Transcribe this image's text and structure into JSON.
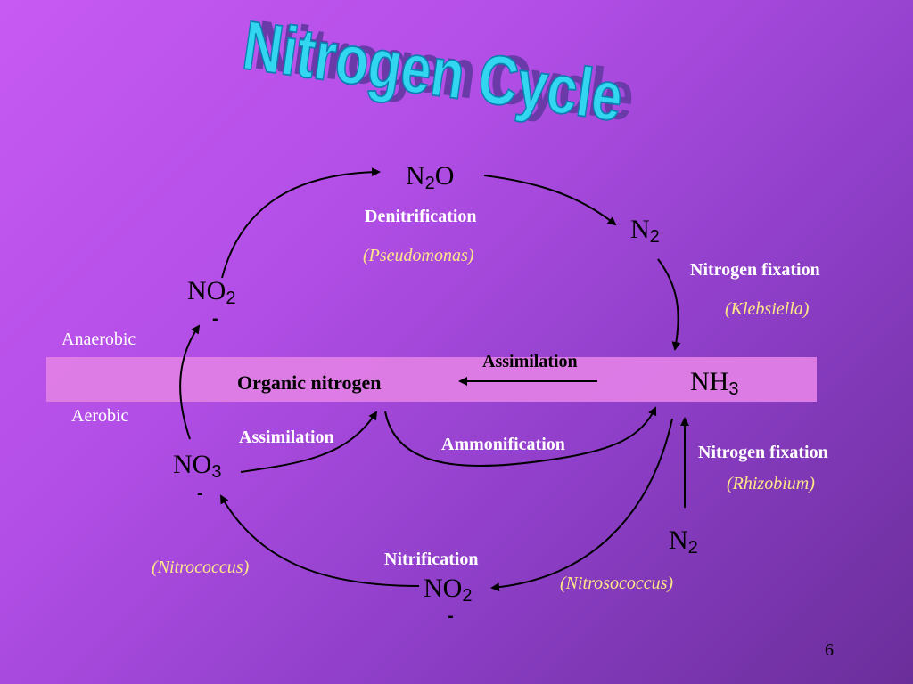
{
  "slide": {
    "title": "Nitrogen Cycle",
    "page_number": "6",
    "zones": {
      "anaerobic": "Anaerobic",
      "aerobic": "Aerobic"
    }
  },
  "compounds": {
    "n2o": {
      "base": "N",
      "sub": "2",
      "tail": "O"
    },
    "n2_top": {
      "base": "N",
      "sub": "2"
    },
    "no2_left": {
      "base": "NO",
      "sub": "2",
      "charge": "-"
    },
    "nh3": {
      "base": "NH",
      "sub": "3"
    },
    "no3": {
      "base": "NO",
      "sub": "3",
      "charge": "-"
    },
    "n2_bottom": {
      "base": "N",
      "sub": "2"
    },
    "no2_bottom": {
      "base": "NO",
      "sub": "2",
      "charge": "-"
    },
    "organic_nitrogen": "Organic nitrogen"
  },
  "processes": {
    "denitrification": "Denitrification",
    "nitrogen_fixation_top": "Nitrogen fixation",
    "assimilation_top": "Assimilation",
    "assimilation_left": "Assimilation",
    "ammonification": "Ammonification",
    "nitrogen_fixation_bottom": "Nitrogen fixation",
    "nitrification": "Nitrification"
  },
  "organisms": {
    "pseudomonas": "(Pseudomonas)",
    "klebsiella": "(Klebsiella)",
    "rhizobium": "(Rhizobium)",
    "nitrococcus": "(Nitrococcus)",
    "nitrosococcus": "(Nitrosococcus)"
  },
  "colors": {
    "background_start": "#c75af2",
    "background_end": "#6a2e9a",
    "band": "#e07ee6",
    "title_fill": "#33d6f0",
    "title_shadow": "#6a3aa8",
    "organism_text": "#ffe88a",
    "process_text": "#ffffff"
  }
}
